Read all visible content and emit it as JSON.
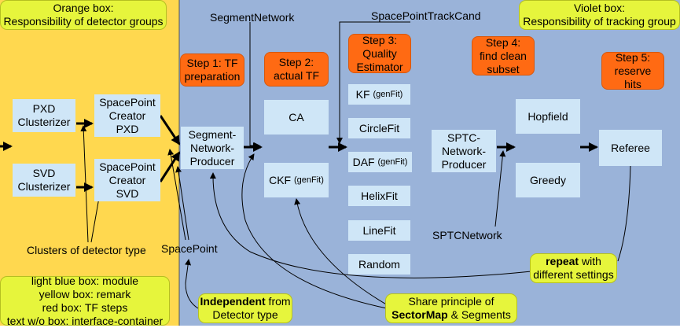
{
  "colors": {
    "orange_region": "#ffd84f",
    "violet_region": "#9ab3d9",
    "module": "#cfe6f7",
    "remark": "#e6f53c",
    "tf_step": "#ff6a13"
  },
  "orange_note": {
    "line1": "Orange box:",
    "line2": "Responsibility of detector groups"
  },
  "violet_note": {
    "line1": "Violet box:",
    "line2": "Responsibility of tracking group"
  },
  "legend": {
    "l1": "light blue box: module",
    "l2": "yellow box: remark",
    "l3": "red box: TF steps",
    "l4": "text w/o box: interface-container"
  },
  "modules": {
    "pxd_clusterizer": "PXD\nClusterizer",
    "svd_clusterizer": "SVD\nClusterizer",
    "sp_creator_pxd": "SpacePoint\nCreator\nPXD",
    "sp_creator_svd": "SpacePoint\nCreator\nSVD",
    "segment_network_producer": "Segment-\nNetwork-\nProducer",
    "ca": "CA",
    "ckf": "CKF",
    "ckf_suffix": "(genFit)",
    "kf": "KF",
    "kf_suffix": "(genFit)",
    "circlefit": "CircleFit",
    "daf": "DAF",
    "daf_suffix": "(genFit)",
    "helixfit": "HelixFit",
    "linefit": "LineFit",
    "random": "Random",
    "sptc_network_producer": "SPTC-\nNetwork-\nProducer",
    "hopfield": "Hopfield",
    "greedy": "Greedy",
    "referee": "Referee"
  },
  "steps": {
    "s1": "Step 1: TF\npreparation",
    "s2": "Step 2:\nactual TF",
    "s3": "Step 3:\nQuality\nEstimator",
    "s4": "Step 4:\nfind clean\nsubset",
    "s5": "Step 5:\nreserve\nhits"
  },
  "interfaces": {
    "segment_network": "SegmentNetwork",
    "sptc": "SpacePointTrackCand",
    "clusters": "Clusters of detector type",
    "spacepoint": "SpacePoint",
    "sptc_network": "SPTCNetwork"
  },
  "remarks": {
    "independent_bold": "Independent",
    "independent_rest": " from",
    "independent_line2": "Detector type",
    "share_line1": "Share principle of",
    "share_bold": "SectorMap",
    "share_rest": " & Segments",
    "repeat_bold": "repeat",
    "repeat_rest": " with",
    "repeat_line2": "different settings"
  }
}
